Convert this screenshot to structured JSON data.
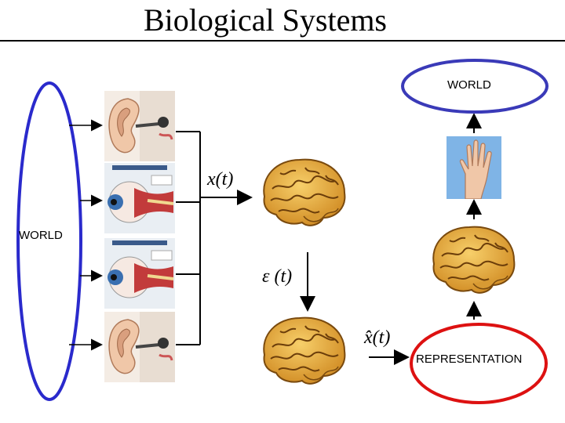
{
  "title": "Biological Systems",
  "labels": {
    "world_left": "WORLD",
    "world_top": "WORLD",
    "representation": "REPRESENTATION",
    "signal_x": "x(t)",
    "signal_epsilon": "ε (t)",
    "signal_xhat": "x̂(t)"
  },
  "colors": {
    "world_ellipse_stroke": "#2a2acc",
    "representation_stroke": "#dd1111",
    "brain_fill": "#e9a93a",
    "skin": "#f0c7a8",
    "sky": "#7fb4e6"
  },
  "icons": {
    "sensors": [
      "ear-icon",
      "eye-icon",
      "eye-icon",
      "ear-icon"
    ],
    "brains": [
      "brain-icon",
      "brain-icon",
      "brain-icon"
    ],
    "hand": "hand-icon"
  }
}
